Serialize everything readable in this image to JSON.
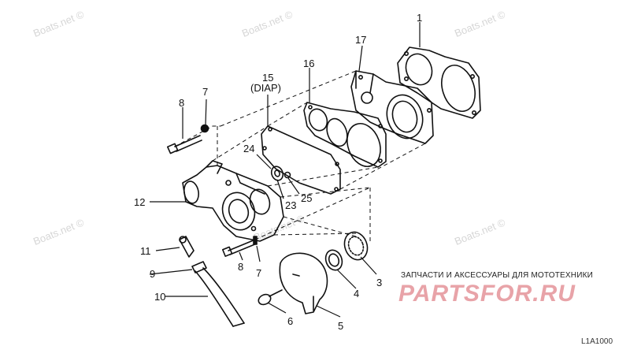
{
  "watermark_text": "Boats.net ©",
  "callouts": {
    "p1": "1",
    "p17": "17",
    "p16": "16",
    "p15": "15",
    "p15_note": "(DIAP)",
    "p7a": "7",
    "p8a": "8",
    "p24": "24",
    "p25": "25",
    "p23": "23",
    "p12": "12",
    "p11": "11",
    "p9": "9",
    "p10": "10",
    "p8b": "8",
    "p7b": "7",
    "p6": "6",
    "p5": "5",
    "p4": "4",
    "p3": "3"
  },
  "shop": {
    "tagline": "ЗАПЧАСТИ И АКСЕССУАРЫ ДЛЯ МОТОТЕХНИКИ",
    "brand": "PARTSFOR.RU"
  },
  "drawing_code": "L1A1000",
  "colors": {
    "line": "#111111",
    "watermark": "#d6d6d6",
    "brand": "#e8a3a8"
  }
}
